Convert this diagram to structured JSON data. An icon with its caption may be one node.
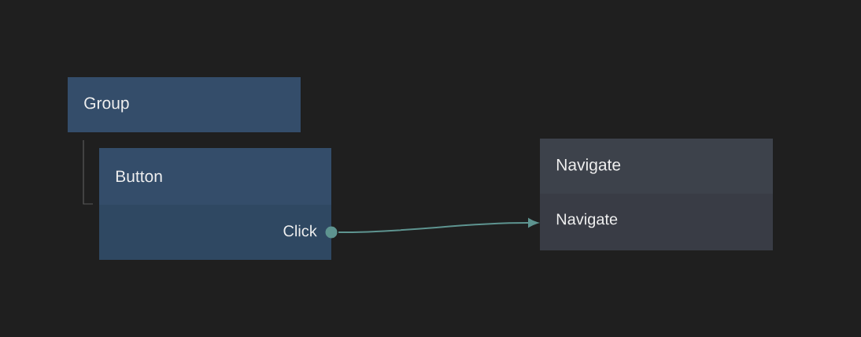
{
  "diagram": {
    "nodes": [
      {
        "text": [
          "Group"
        ]
      },
      {
        "text": [
          "Button",
          "Click"
        ]
      },
      {
        "text": [
          "Navigate",
          "Navigate"
        ]
      }
    ],
    "edges": [
      {
        "from": 0,
        "to": 1,
        "arrow": "none",
        "color": "#5a5a5a"
      },
      {
        "from": 1,
        "to": 2,
        "arrow": "to"
      }
    ]
  }
}
